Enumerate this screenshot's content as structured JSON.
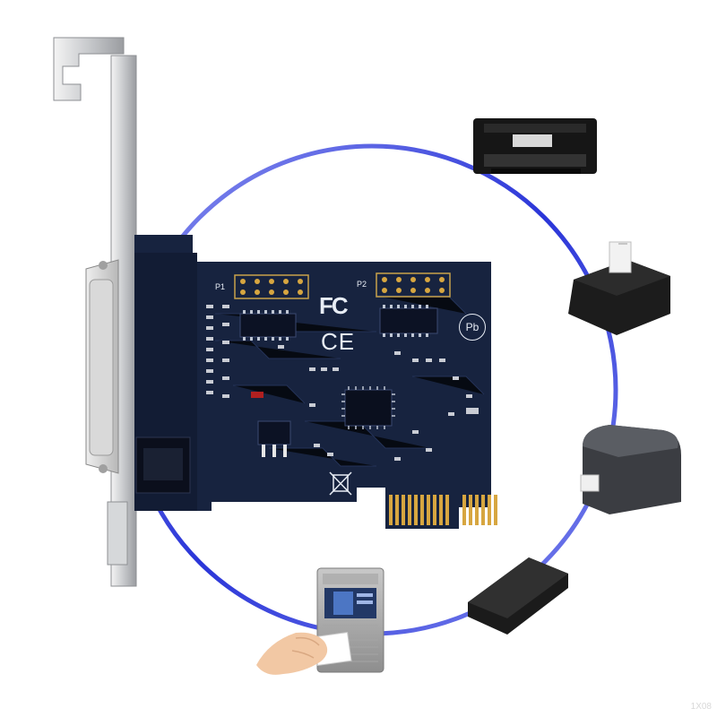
{
  "board": {
    "header_p1": "P1",
    "header_p2": "P2",
    "fcc_mark": "FC",
    "ce_mark": "CE",
    "pb_mark": "Pb"
  },
  "watermark": "1X08",
  "colors": {
    "pcb": "#17233f",
    "ring": "#3a4fe0",
    "gold": "#d7a640",
    "bracket": "#c9cbce"
  },
  "devices": [
    "dot-matrix-printer",
    "receipt-printer",
    "label-printer",
    "card-reader-pad",
    "access-control-terminal"
  ]
}
